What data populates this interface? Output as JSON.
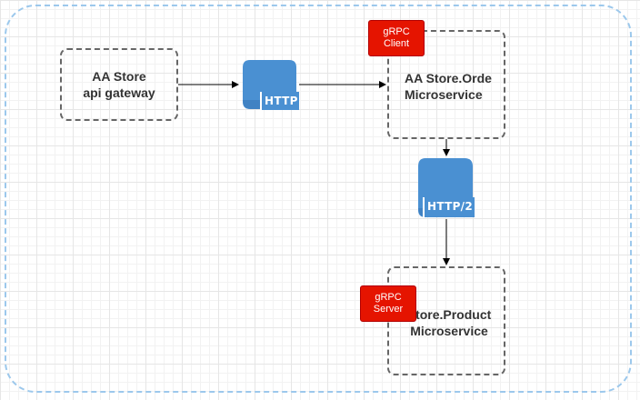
{
  "nodes": {
    "gateway": {
      "line1": "AA Store",
      "line2": "api gateway"
    },
    "order": {
      "line1": "AA Store.Orde",
      "line2": "Microservice"
    },
    "product": {
      "line1": "Store.Product",
      "line2": "Microservice"
    }
  },
  "badges": {
    "client": {
      "line1": "gRPC",
      "line2": "Client"
    },
    "server": {
      "line1": "gRPC",
      "line2": "Server"
    }
  },
  "protocols": {
    "http": "HTTP",
    "http2": "HTTP/2"
  },
  "colors": {
    "boundary": "#9cc8ec",
    "box_border": "#666666",
    "badge_fill": "#e51400",
    "icon_fill": "#4a90d2",
    "icon_dark": "#2d6aa8",
    "arrow": "#000000"
  },
  "icons": {
    "http": "web-document-icon",
    "http2": "web-document-icon"
  }
}
